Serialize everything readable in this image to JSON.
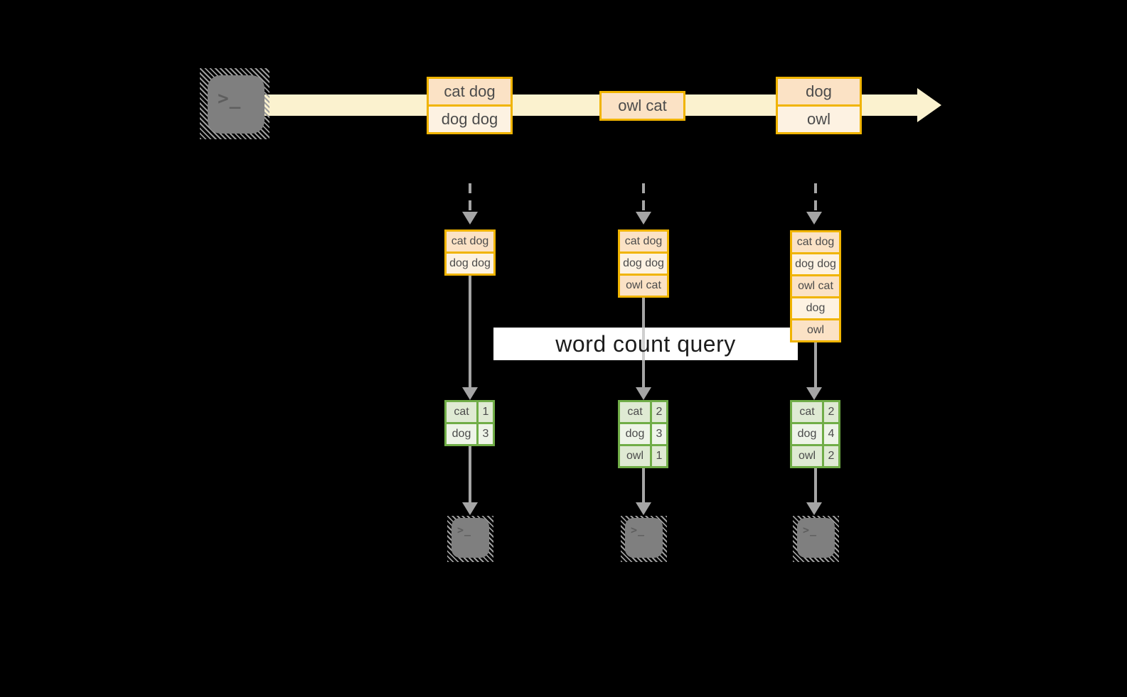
{
  "query": {
    "label": "word count query"
  },
  "stream": {
    "boxes": [
      {
        "rows": [
          "cat dog",
          "dog dog"
        ]
      },
      {
        "rows": [
          "owl cat"
        ]
      },
      {
        "rows": [
          "dog",
          "owl"
        ]
      }
    ]
  },
  "columns": [
    {
      "buffer": {
        "rows": [
          "cat dog",
          "dog dog"
        ]
      },
      "counts": {
        "rows": [
          {
            "word": "cat",
            "count": "1"
          },
          {
            "word": "dog",
            "count": "3"
          }
        ]
      }
    },
    {
      "buffer": {
        "rows": [
          "cat dog",
          "dog dog",
          "owl cat"
        ]
      },
      "counts": {
        "rows": [
          {
            "word": "cat",
            "count": "2"
          },
          {
            "word": "dog",
            "count": "3"
          },
          {
            "word": "owl",
            "count": "1"
          }
        ]
      }
    },
    {
      "buffer": {
        "rows": [
          "cat dog",
          "dog dog",
          "owl cat",
          "dog",
          "owl"
        ]
      },
      "counts": {
        "rows": [
          {
            "word": "cat",
            "count": "2"
          },
          {
            "word": "dog",
            "count": "4"
          },
          {
            "word": "owl",
            "count": "2"
          }
        ]
      }
    }
  ],
  "icons": {
    "prompt": ">_"
  },
  "colors": {
    "background": "#000000",
    "stream_band": "#fbf2cf",
    "event_border": "#f0b400",
    "event_fill_dark": "#fbe2c5",
    "event_fill_light": "#fdf2e2",
    "count_border": "#70ad47",
    "count_fill_dark": "#dfead3",
    "count_fill_light": "#eef4e8",
    "arrow_gray": "#a5a5a5",
    "terminal_gray": "#7f7f7f",
    "query_band_bg": "#ffffff"
  }
}
